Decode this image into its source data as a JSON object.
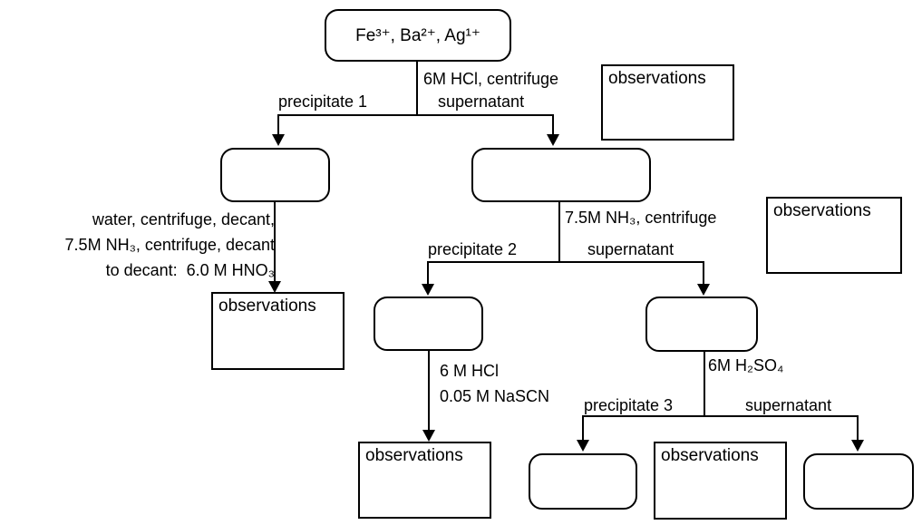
{
  "flowchart": {
    "root_box": {
      "label": "Fe³⁺, Ba²⁺, Ag¹⁺"
    },
    "split1": {
      "reagent": "6M HCl, centrifuge",
      "precipitate_label": "precipitate 1",
      "supernatant_label": "supernatant"
    },
    "observations_box_1": {
      "label": "observations"
    },
    "precipitate1_branch": {
      "note_lines": [
        "water, centrifuge, decant,",
        "7.5M NH₃, centrifuge, decant",
        "to decant:  6.0 M HNO₃"
      ],
      "observations_box_2": {
        "label": "observations"
      }
    },
    "split2": {
      "reagent": "7.5M NH₃, centrifuge",
      "precipitate_label": "precipitate 2",
      "supernatant_label": "supernatant"
    },
    "observations_box_3": {
      "label": "observations"
    },
    "precipitate2_branch": {
      "reagent_lines": [
        "6 M HCl",
        "0.05 M NaSCN"
      ],
      "observations_box_4": {
        "label": "observations"
      }
    },
    "split3": {
      "reagent": "6M H₂SO₄",
      "precipitate_label": "precipitate 3",
      "supernatant_label": "supernatant"
    },
    "observations_box_5": {
      "label": "observations"
    }
  }
}
